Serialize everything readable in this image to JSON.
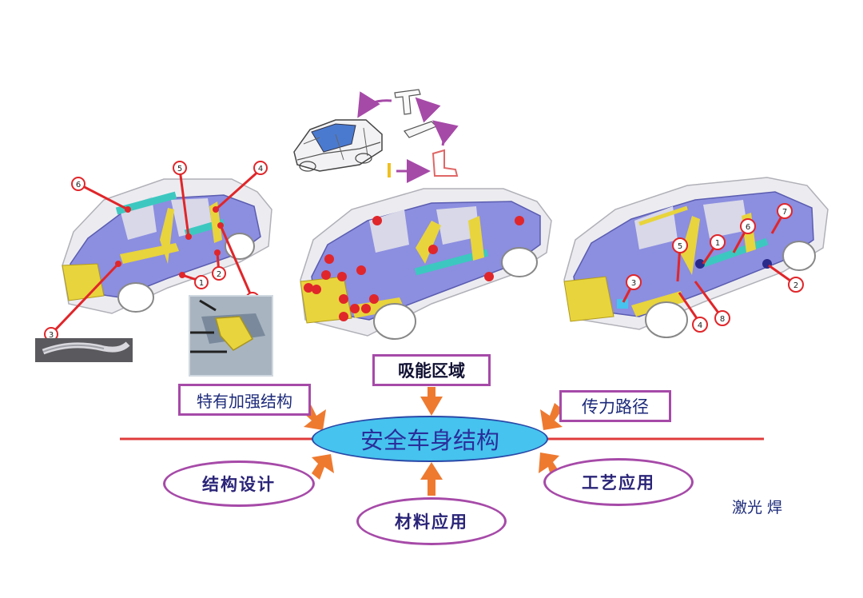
{
  "center_label": "安全车身结构",
  "top_box": "吸能区域",
  "left_box": "特有加强结构",
  "right_box": "传力路径",
  "bottom_left_oval": "结构设计",
  "bottom_center_oval": "材料应用",
  "bottom_right_oval": "工艺应用",
  "side_note": "激光 焊",
  "left_car_markers": [
    "6",
    "5",
    "4",
    "2",
    "1",
    "3",
    "3"
  ],
  "right_car_markers": [
    "7",
    "6",
    "5",
    "1",
    "3",
    "2",
    "4",
    "8"
  ],
  "colors": {
    "frame_blue": "#7e80d8",
    "reinforcement_yellow": "#e8d43c",
    "highlight_cyan": "#3cc8c0",
    "marker_red": "#e0262a",
    "arrow_orange": "#ee7a30",
    "axis_red": "#e03c3c",
    "box_purple": "#a64aa8",
    "center_fill": "#46c3ee"
  }
}
